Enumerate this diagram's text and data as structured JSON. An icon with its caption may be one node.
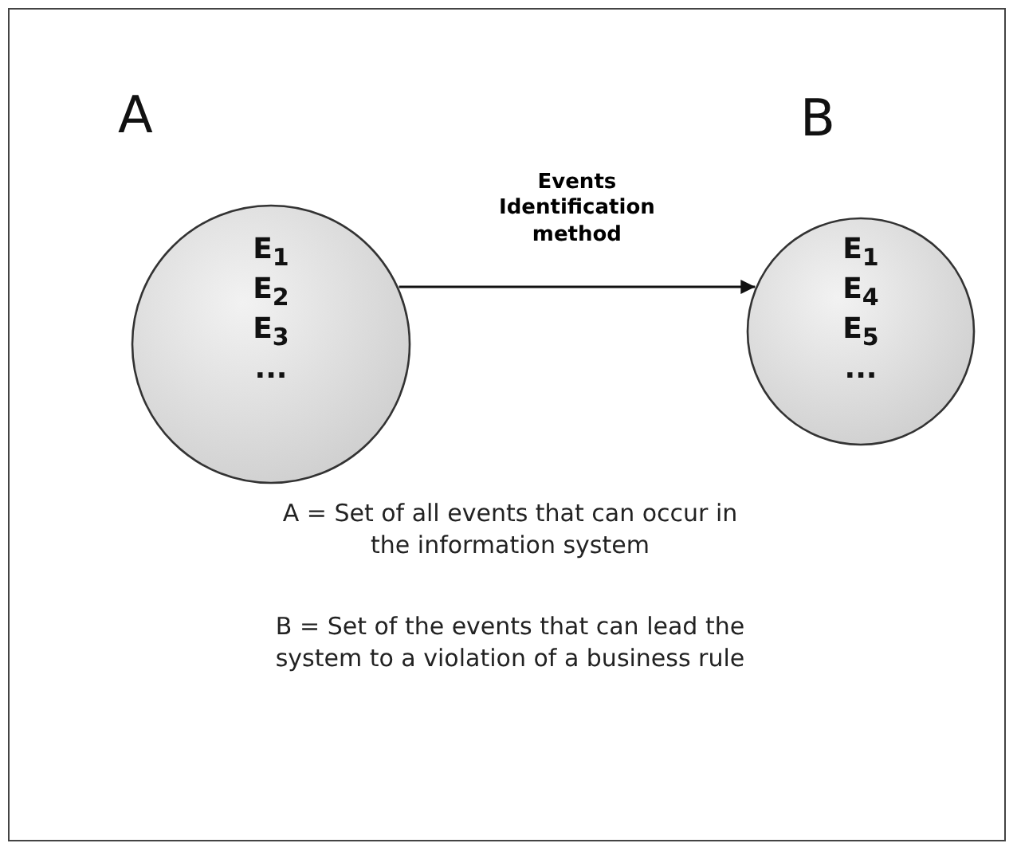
{
  "diagram": {
    "nodes": [
      {
        "text": [
          "A",
          "E$_{1}$",
          "E$_{2}$",
          "E$_{3}$",
          "..."
        ]
      },
      {
        "text": [
          "B",
          "E$_{1}$",
          "E$_{4}$",
          "E$_{5}$",
          "..."
        ]
      }
    ],
    "edges": [
      {
        "from": 0,
        "to": 1,
        "arrow": "to",
        "label": "Events Identification method"
      }
    ],
    "labels": [
      "A = Set of all events that can occur in the information system",
      "B = Set of the events that can lead the system to a violation of a business rule"
    ]
  }
}
